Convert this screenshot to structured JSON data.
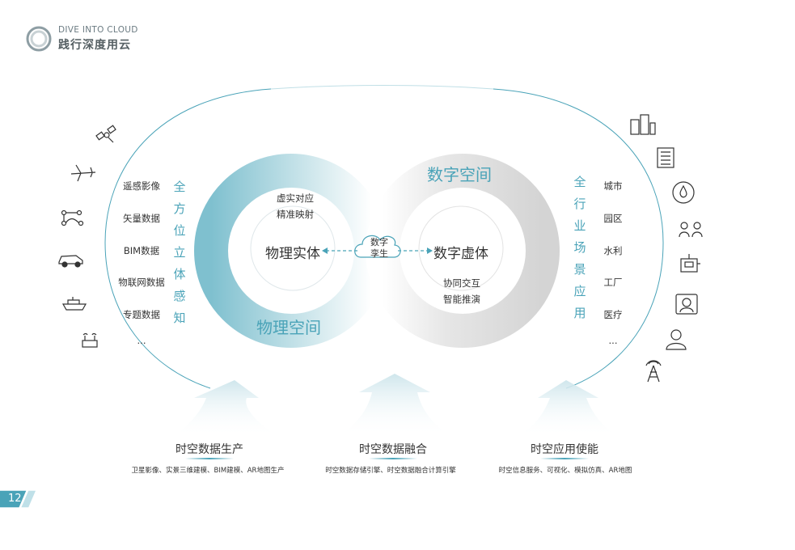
{
  "header": {
    "brand_en": "DIVE INTO CLOUD",
    "brand_cn": "践行深度用云"
  },
  "sources": {
    "items": [
      "遥感影像",
      "矢量数据",
      "BIM数据",
      "物联网数据",
      "专题数据",
      "..."
    ],
    "vertical_label": [
      "全",
      "方",
      "位",
      "立",
      "体",
      "感",
      "知"
    ]
  },
  "applications": {
    "items": [
      "城市",
      "园区",
      "水利",
      "工厂",
      "医疗",
      "..."
    ],
    "vertical_label": [
      "全",
      "行",
      "业",
      "场",
      "景",
      "应",
      "用"
    ]
  },
  "core": {
    "physical_space": "物理空间",
    "digital_space": "数字空间",
    "physical_entity": "物理实体",
    "digital_entity": "数字虚体",
    "physical_sub": [
      "虚实对应",
      "精准映射"
    ],
    "digital_sub": [
      "协同交互",
      "智能推演"
    ],
    "twin": [
      "数字",
      "孪生"
    ]
  },
  "bottom": [
    {
      "title": "时空数据生产",
      "desc": "卫星影像、实景三维建模、BIM建模、AR地图生产"
    },
    {
      "title": "时空数据融合",
      "desc": "时空数据存储引擎、时空数据融合计算引擎"
    },
    {
      "title": "时空应用使能",
      "desc": "时空信息服务、可视化、模拟仿真、AR地图"
    }
  ],
  "left_icons": [
    "satellite-icon",
    "airplane-icon",
    "vector-nodes-icon",
    "car-icon",
    "ship-icon",
    "iot-router-icon"
  ],
  "right_icons": [
    "city-buildings-icon",
    "office-building-icon",
    "water-drop-icon",
    "factory-workers-icon",
    "machine-icon",
    "doctor-icon",
    "person-icon",
    "tower-icon"
  ],
  "page": {
    "number": "12"
  },
  "colors": {
    "accent": "#4aa3b8",
    "text": "#333333",
    "ring_light": "#e8eef0"
  }
}
